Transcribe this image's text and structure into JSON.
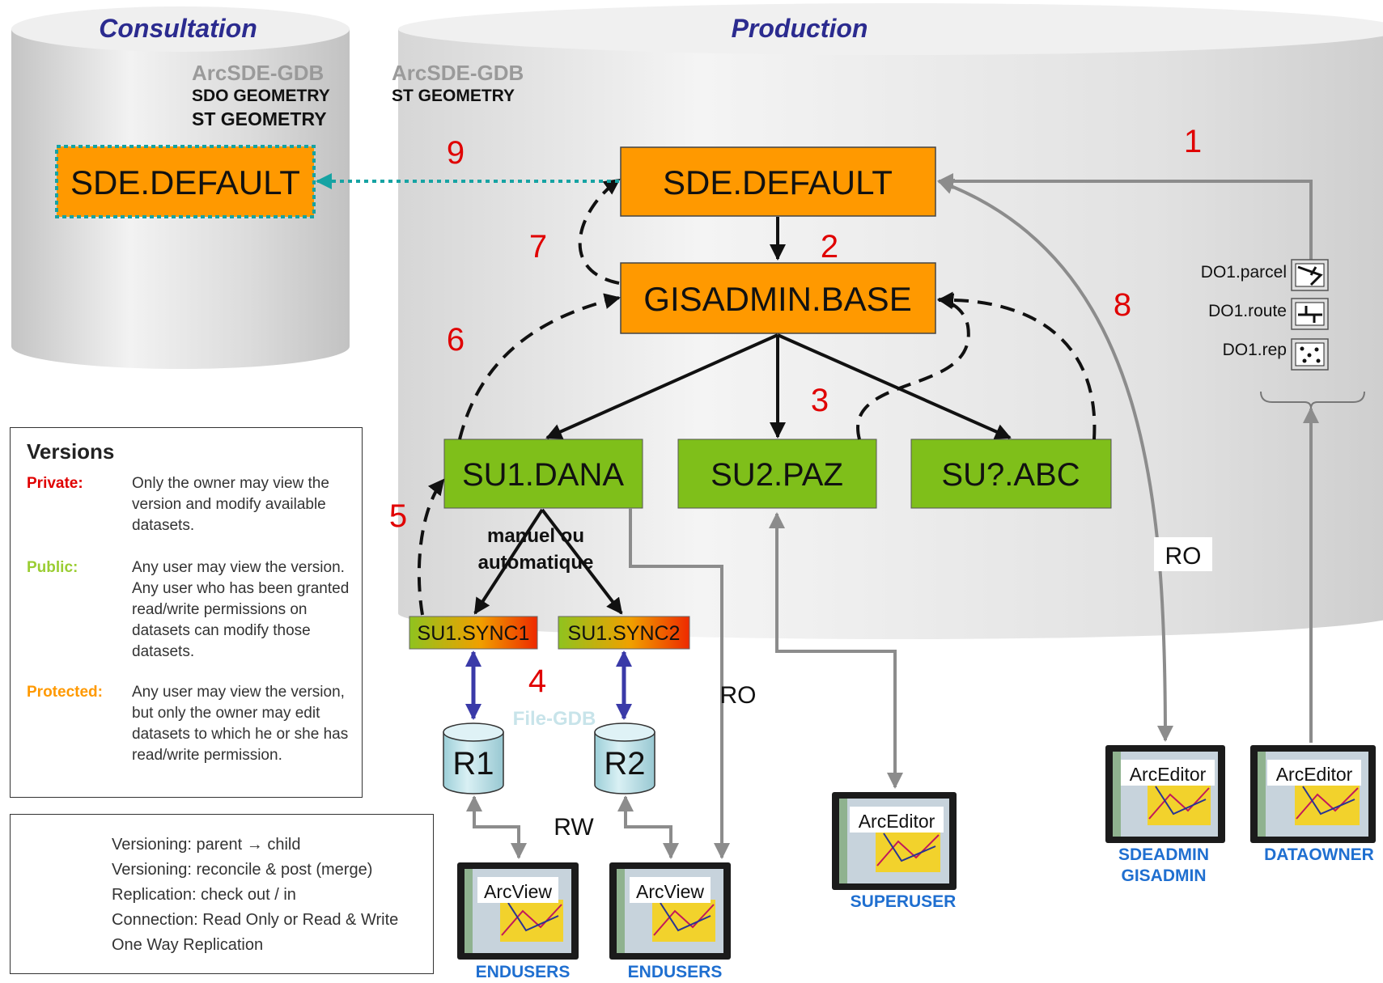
{
  "zones": {
    "consultation": "Consultation",
    "production": "Production"
  },
  "db_labels": {
    "consult_gdb": "ArcSDE-GDB",
    "consult_sdo": "SDO GEOMETRY",
    "consult_st": "ST GEOMETRY",
    "prod_gdb": "ArcSDE-GDB",
    "prod_st": "ST GEOMETRY"
  },
  "versions_nodes": {
    "consult_default": "SDE.DEFAULT",
    "sde_default": "SDE.DEFAULT",
    "gisadmin_base": "GISADMIN.BASE",
    "su1_dana": "SU1.DANA",
    "su2_paz": "SU2.PAZ",
    "su_abc": "SU?.ABC",
    "su1_sync1": "SU1.SYNC1",
    "su1_sync2": "SU1.SYNC2"
  },
  "steps": [
    "1",
    "2",
    "3",
    "4",
    "5",
    "6",
    "7",
    "8",
    "9"
  ],
  "annotations": {
    "manual_line1": "manuel ou",
    "manual_line2": "automatique",
    "ro_1": "RO",
    "ro_2": "RO",
    "rw": "RW",
    "file_gdb": "File-GDB"
  },
  "replicas": {
    "r1": "R1",
    "r2": "R2"
  },
  "datasets": [
    {
      "label": "DO1.parcel",
      "icon": "parcel-icon"
    },
    {
      "label": "DO1.route",
      "icon": "route-icon"
    },
    {
      "label": "DO1.rep",
      "icon": "points-icon"
    }
  ],
  "clients": {
    "arcview_1": {
      "app": "ArcView",
      "user": "ENDUSERS"
    },
    "arcview_2": {
      "app": "ArcView",
      "user": "ENDUSERS"
    },
    "arceditor_su": {
      "app": "ArcEditor",
      "user": "SUPERUSER"
    },
    "arceditor_admin": {
      "app": "ArcEditor",
      "user_line1": "SDEADMIN",
      "user_line2": "GISADMIN"
    },
    "arceditor_owner": {
      "app": "ArcEditor",
      "user": "DATAOWNER"
    }
  },
  "versions_legend": {
    "title": "Versions",
    "private_label": "Private:",
    "private_desc": "Only the owner may view the version and modify available datasets.",
    "public_label": "Public:",
    "public_desc": "Any user may view the version. Any user who has been granted read/write permissions on datasets can modify those datasets.",
    "protected_label": "Protected:",
    "protected_desc": "Any user may view the version, but only the owner may edit datasets to which he or she has read/write permission."
  },
  "arrow_legend": [
    "Versioning: parent → child",
    "Versioning: reconcile & post (merge)",
    "Replication: check out / in",
    "Connection: Read Only or Read & Write",
    "One Way Replication"
  ],
  "colors": {
    "zone_title": "#2b2b8f",
    "version_box": "#ff9900",
    "public_box": "#7fbf1a",
    "step_number": "#e00000",
    "client_user": "#1f6fd0",
    "private": "#e00000",
    "public": "#9acd32",
    "protected": "#ff9900",
    "replication": "#3a3aa8",
    "connection": "#8c8c8c",
    "one_way": "#16a3a3"
  }
}
